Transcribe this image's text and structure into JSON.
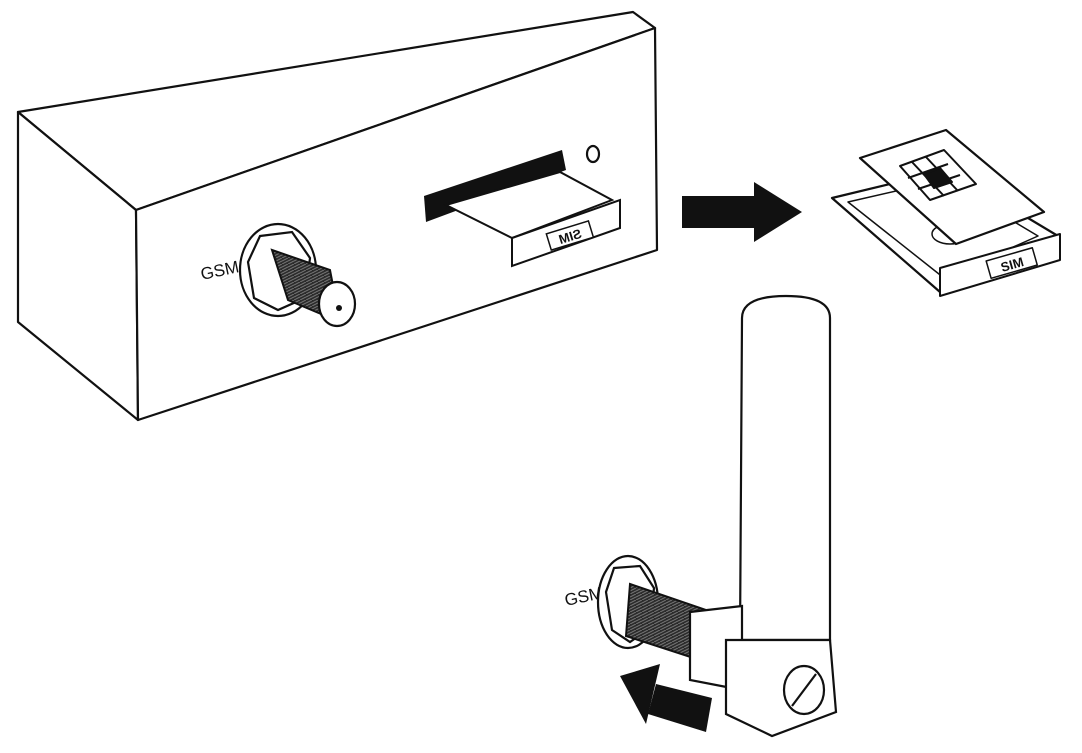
{
  "labels": {
    "gsm_port": "GSM",
    "gsm_port_closeup": "GSM",
    "sim_tray_mirrored": "SIM",
    "sim_tray": "SIM"
  },
  "colors": {
    "line": "#111111",
    "fill": "#ffffff",
    "dark": "#111111",
    "thread": "#333333"
  }
}
